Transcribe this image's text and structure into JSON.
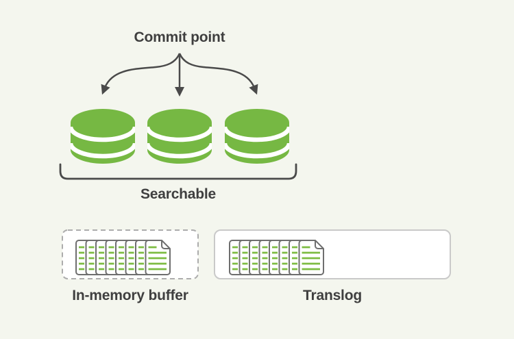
{
  "colors": {
    "bg": "#F4F6EE",
    "green": "#76B843",
    "linegreen": "#7DBC42",
    "ink": "#3F3F3F",
    "dark": "#4A4A4A",
    "docborder": "#6E6E6E",
    "dashborder": "#ACACAC",
    "boxborder": "#C9C9C9",
    "boxfill": "#FFFFFF"
  },
  "diagram": {
    "title": "Commit point",
    "segments": {
      "label": "Searchable",
      "count": 3,
      "icon": "database-icon"
    },
    "buffer": {
      "label": "In-memory buffer",
      "icon": "document-stack-icon",
      "border_style": "dashed"
    },
    "translog": {
      "label": "Translog",
      "icon": "document-stack-icon",
      "border_style": "solid"
    }
  }
}
